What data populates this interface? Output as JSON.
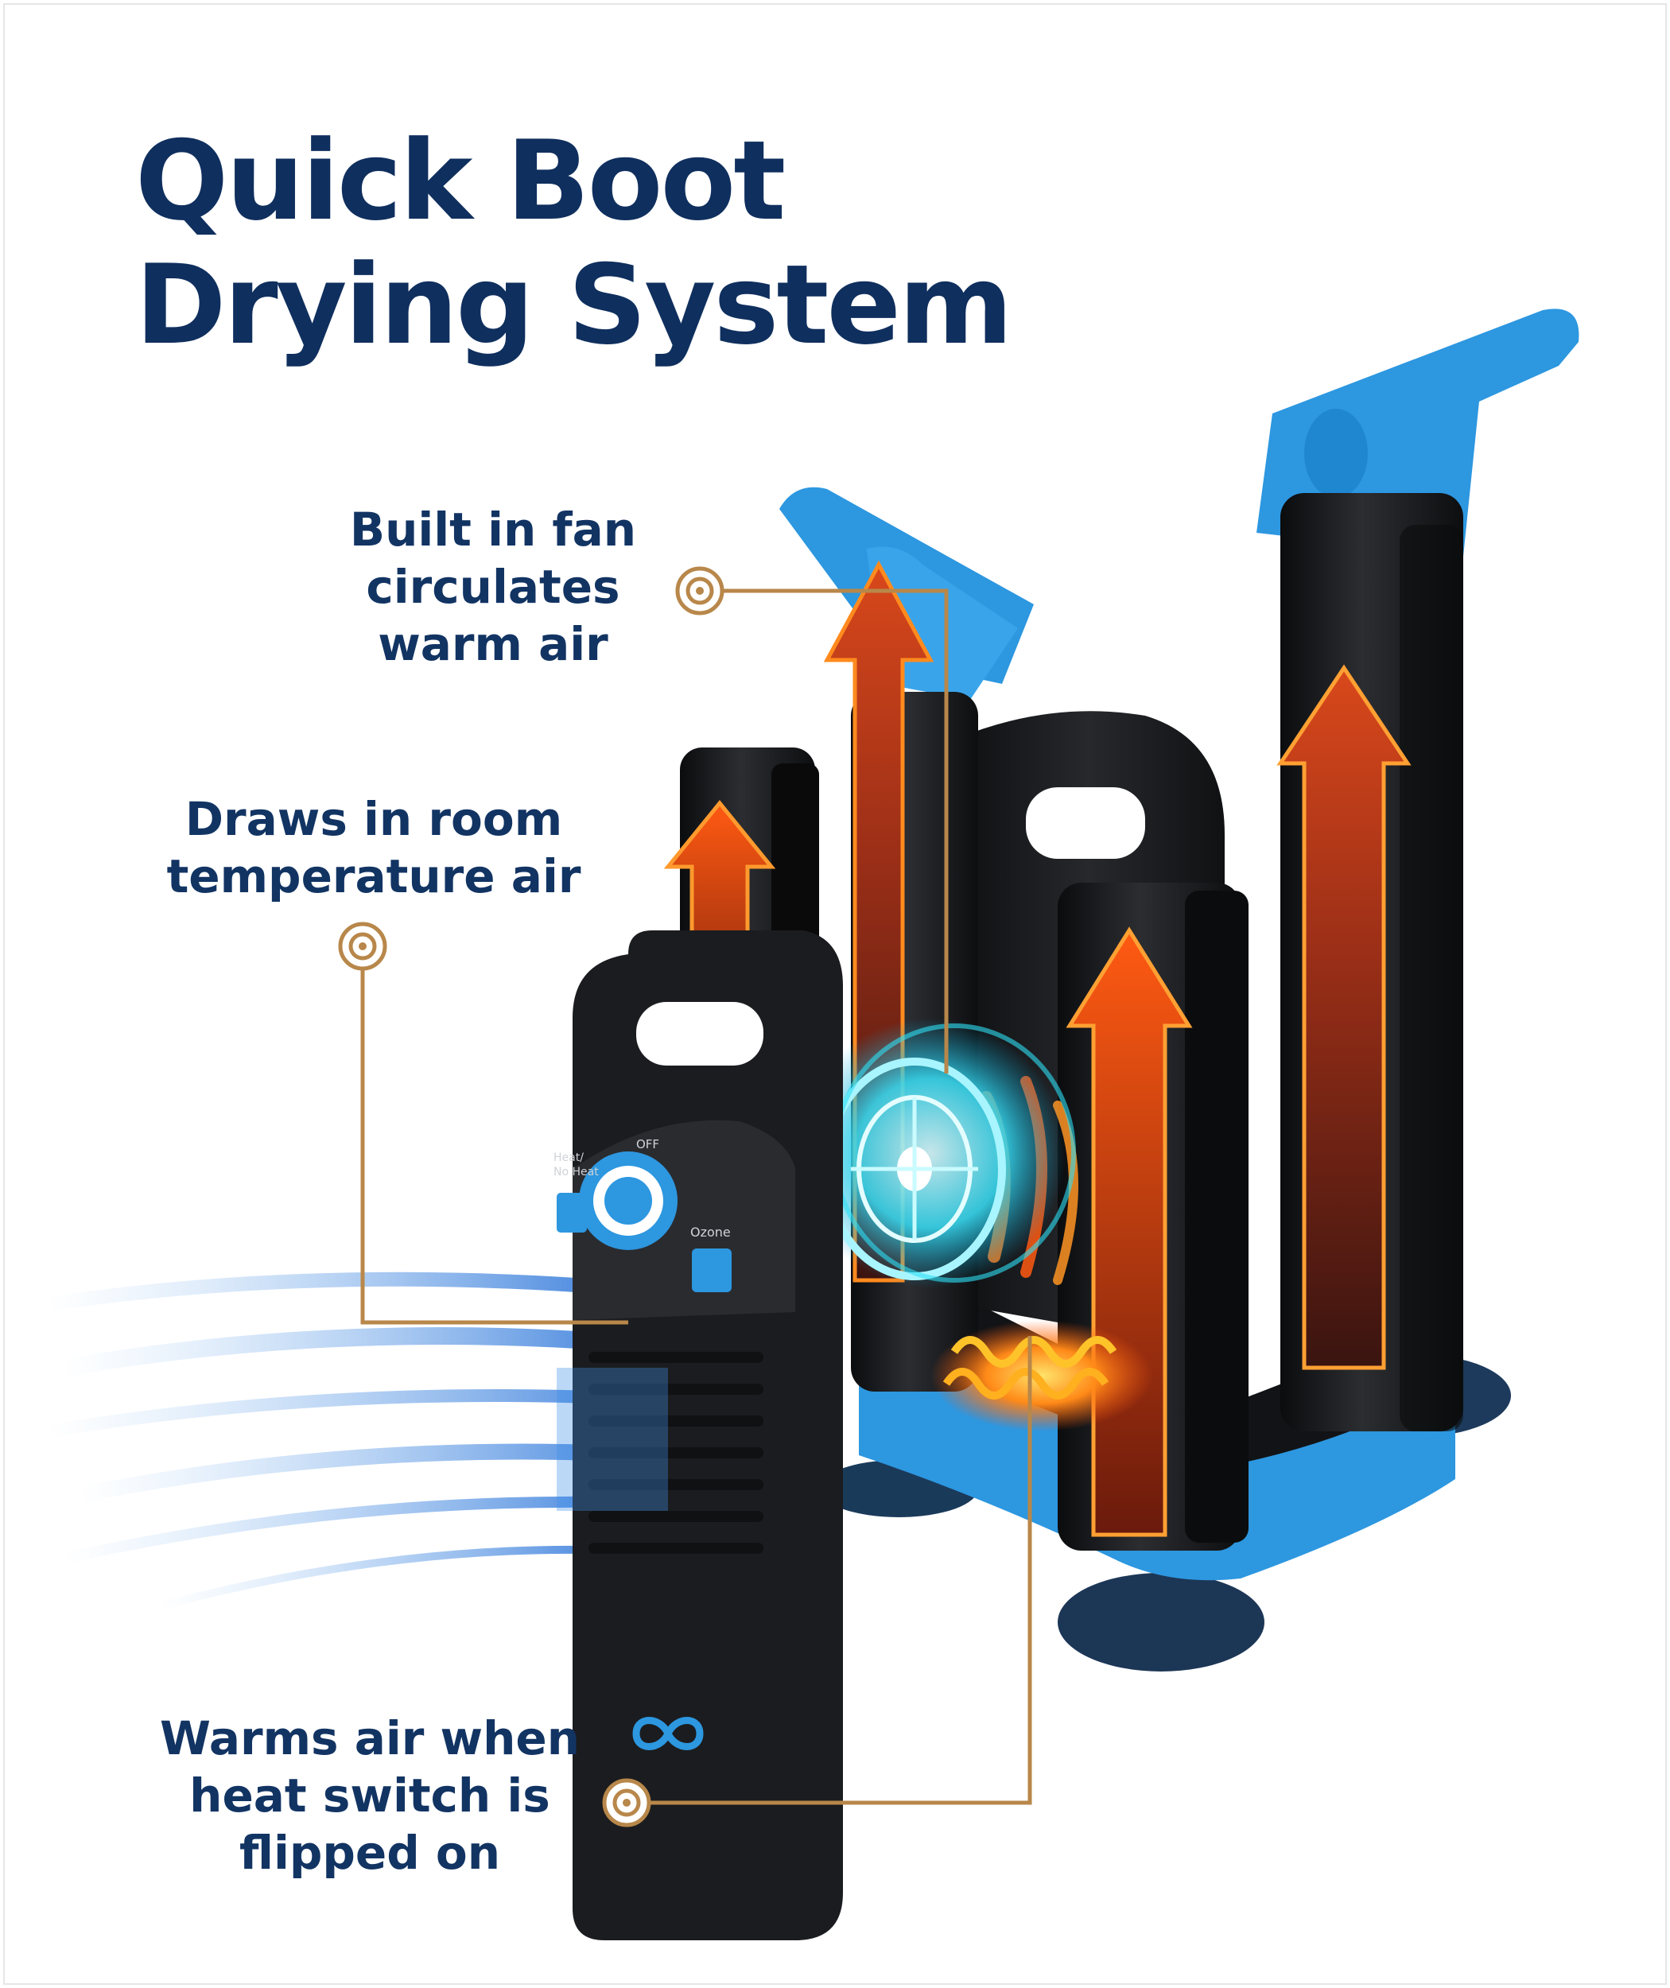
{
  "title": {
    "line1": "Quick Boot",
    "line2": "Drying System"
  },
  "callouts": {
    "fan": {
      "line1": "Built in fan",
      "line2": "circulates",
      "line3": "warm air"
    },
    "air": {
      "line1": "Draws in room",
      "line2": "temperature air"
    },
    "heat": {
      "line1": "Warms air when",
      "line2": "heat switch is",
      "line3": "flipped on"
    }
  },
  "device_labels": {
    "off": "OFF",
    "heat": "Heat/",
    "no_heat": "No Heat",
    "ozone": "Ozone"
  },
  "colors": {
    "title": "#0f2f5e",
    "callout_text": "#123463",
    "leader_line": "#b8874a",
    "accent_blue": "#2d97e0",
    "device_black": "#1b1c1f",
    "heat_orange": "#ff6a14"
  },
  "icons": [
    "callout-target-icon",
    "infinity-logo-icon",
    "timer-dial-icon",
    "fan-wheel-icon"
  ]
}
